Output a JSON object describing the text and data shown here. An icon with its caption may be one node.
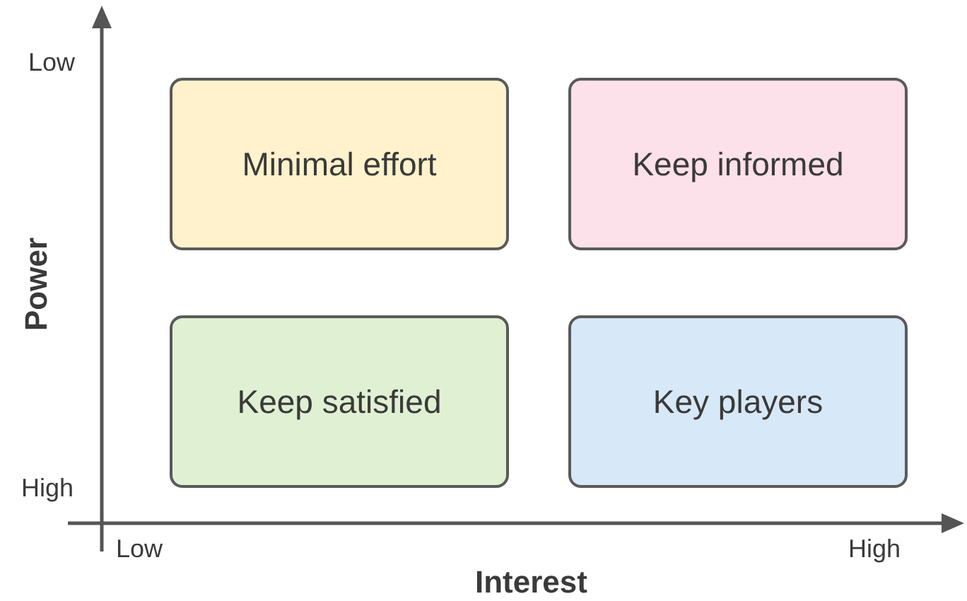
{
  "diagram": {
    "nodes": [
      {
        "text": [
          "Minimal effort"
        ]
      },
      {
        "text": [
          "Keep informed"
        ]
      },
      {
        "text": [
          "Keep satisfied"
        ]
      },
      {
        "text": [
          "Key players"
        ]
      }
    ],
    "labels": [
      "Low",
      "Power",
      "High",
      "Low",
      "High",
      "Interest"
    ]
  }
}
